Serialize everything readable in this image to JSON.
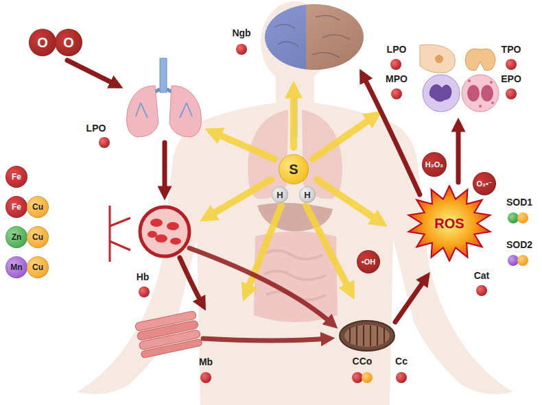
{
  "diagram": {
    "nodes": [
      {
        "text": [
          "O"
        ]
      },
      {
        "text": [
          "O"
        ]
      },
      {
        "text": [
          "Fe"
        ]
      },
      {
        "text": [
          "Fe"
        ]
      },
      {
        "text": [
          "Cu"
        ]
      },
      {
        "text": [
          "Zn"
        ]
      },
      {
        "text": [
          "Cu"
        ]
      },
      {
        "text": [
          "Mn"
        ]
      },
      {
        "text": [
          "Cu"
        ]
      },
      {
        "text": [
          "S"
        ]
      },
      {
        "text": [
          "H"
        ]
      },
      {
        "text": [
          "H"
        ]
      },
      {
        "text": [
          "H₂O₂"
        ]
      },
      {
        "text": [
          "O₂•⁻"
        ]
      },
      {
        "text": [
          "ROS"
        ]
      },
      {
        "text": [
          "•OH"
        ]
      }
    ],
    "labels": [
      "Ngb",
      "LPO",
      "TPO",
      "MPO",
      "EPO",
      "LPO",
      "SOD1",
      "SOD2",
      "Hb",
      "Cat",
      "Mb",
      "CCo",
      "Cc"
    ]
  }
}
